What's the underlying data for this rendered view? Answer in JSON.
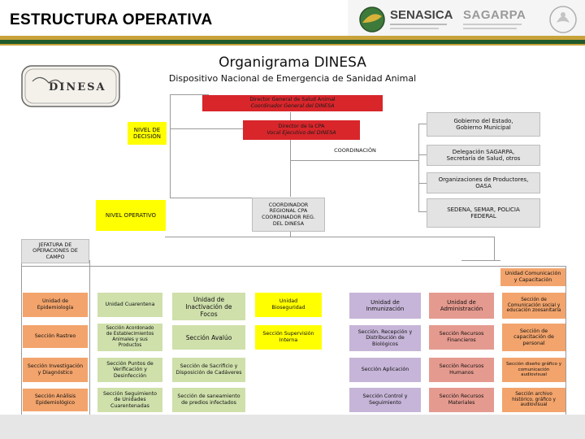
{
  "header": {
    "title": "ESTRUCTURA OPERATIVA",
    "logo_senasica": "SENASICA",
    "logo_sagarpa": "SAGARPA"
  },
  "chart": {
    "title": "Organigrama DINESA",
    "subtitle": "Dispositivo Nacional de Emergencia de Sanidad Animal",
    "seal_text": "DINESA",
    "coordinacion_label": "COORDINACIÓN",
    "nivel_decision": "NIVEL DE DECISIÓN",
    "nivel_operativo": "NIVEL OPERATIVO",
    "director_general": [
      "Director General de Salud Animal",
      "Coordinador General del DINESA"
    ],
    "director_cpa": [
      "Director de la CPA",
      "Vocal Ejecutivo del DINESA"
    ],
    "coordinador_regional": [
      "COORDINADOR",
      "REGIONAL CPA",
      "COORDINADOR REG.",
      "DEL DINESA"
    ],
    "jefatura": [
      "JEFATURA DE",
      "OPERACIONES DE CAMPO"
    ],
    "coordination": [
      [
        "Gobierno del Estado,",
        "Gobierno Municipal"
      ],
      [
        "Delegación SAGARPA,",
        "Secretaría de Salud, otros"
      ],
      [
        "Organizaciones de Productores,",
        "OASA"
      ],
      [
        "SEDENA, SEMAR, POLICIA",
        "FEDERAL"
      ]
    ],
    "unidad_comunicacion": [
      "Unidad Comunicación",
      "y Capacitación"
    ],
    "columns": [
      {
        "name": [
          "Unidad de",
          "Epidemiología"
        ],
        "items": [
          [
            "Sección Rastreo"
          ],
          [
            "Sección Investigación",
            "y Diagnóstico"
          ],
          [
            "Sección Análisis",
            "Epidemiológico"
          ]
        ]
      },
      {
        "name": [
          "Unidad Cuarentena"
        ],
        "items": [
          [
            "Sección Acordonado",
            "de Establecimientos",
            "Animales y sus",
            "Productos"
          ],
          [
            "Sección Puntos de",
            "Verificación y",
            "Desinfección"
          ],
          [
            "Sección Seguimiento",
            "de Unidades",
            "Cuarentenadas"
          ]
        ]
      },
      {
        "name": [
          "Unidad de",
          "Inactivación de",
          "Focos"
        ],
        "items": [
          [
            "Sección Avalúo"
          ],
          [
            "Sección de Sacrificio y",
            "Disposición de Cadáveres"
          ],
          [
            "Sección de saneamiento",
            "de predios infectados"
          ]
        ]
      },
      {
        "name": [
          "Unidad",
          "Bioseguridad"
        ],
        "items": [
          [
            "Sección Supervisión",
            "Interna"
          ]
        ]
      },
      {
        "name": [
          "Unidad de",
          "Inmunización"
        ],
        "items": [
          [
            "Sección. Recepción y",
            "Distribución de",
            "Biológicos"
          ],
          [
            "Sección Aplicación"
          ],
          [
            "Sección Control y",
            "Seguimiento"
          ]
        ]
      },
      {
        "name": [
          "Unidad de",
          "Administración"
        ],
        "items": [
          [
            "Sección Recursos",
            "Financieros"
          ],
          [
            "Sección Recursos",
            "Humanos"
          ],
          [
            "Sección Recursos",
            "Materiales"
          ]
        ]
      },
      {
        "name": [
          "Sección de",
          "Comunicación social y",
          "educación zoosanitaria"
        ],
        "items": [
          [
            "Sección de",
            "capacitación de",
            "personal"
          ],
          [
            "Sección diseño gráfico y",
            "comunicación",
            "audiovisual"
          ],
          [
            "Sección archivo",
            "histórico, gráfico y",
            "audiovisual"
          ]
        ]
      }
    ]
  },
  "colors": {
    "red": "#d8262b",
    "gray": "#e3e3e3",
    "yellow": "#ffff00",
    "orange": "#f2a46c",
    "green": "#cfe0ab",
    "purple": "#c6b5d8",
    "salmon": "#e59a8f",
    "stripe_gold": "#c8a23a",
    "stripe_green": "#1f5a2a"
  }
}
